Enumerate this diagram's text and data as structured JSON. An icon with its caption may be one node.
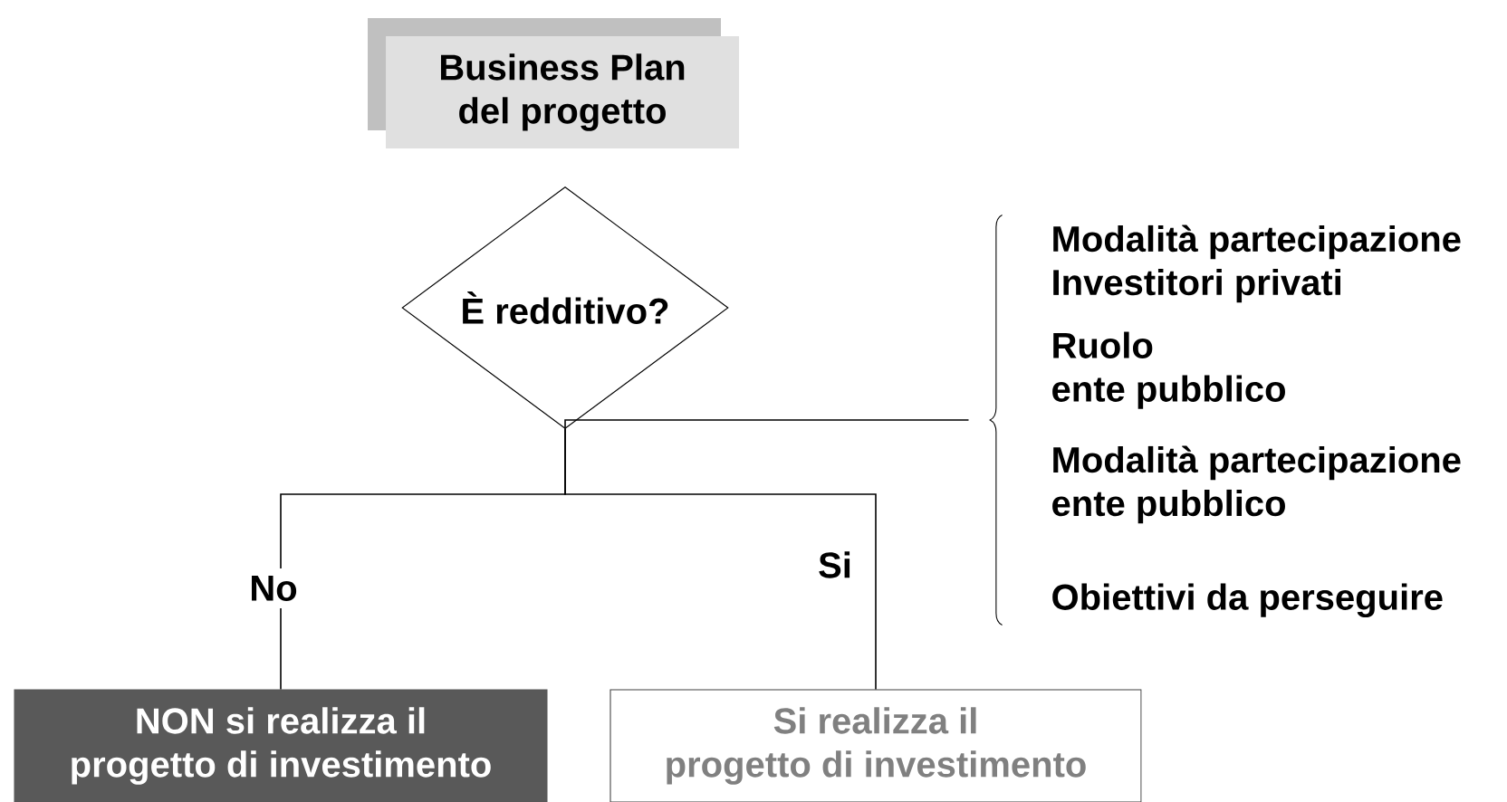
{
  "diagram": {
    "nodes": [
      {
        "text": [
          "Business Plan del progetto"
        ]
      },
      {
        "text": [
          "È redditivo?"
        ]
      },
      {
        "text": [
          "NON si realizza il progetto di investimento"
        ]
      },
      {
        "text": [
          "Si realizza il progetto di investimento"
        ]
      },
      {
        "text": [],
        "shape": "brace"
      }
    ],
    "edges": [
      {
        "from": 1,
        "to": 2,
        "arrow": "none",
        "label": "No"
      },
      {
        "from": 1,
        "to": 3,
        "arrow": "none",
        "label": "Si"
      },
      {
        "from": 1,
        "to": 4,
        "arrow": "none"
      }
    ],
    "labels": [
      "Modalità partecipazione Investitori privati",
      "Ruolo ente pubblico",
      "Modalità partecipazione ente pubblico",
      "Obiettivi da perseguire"
    ]
  }
}
